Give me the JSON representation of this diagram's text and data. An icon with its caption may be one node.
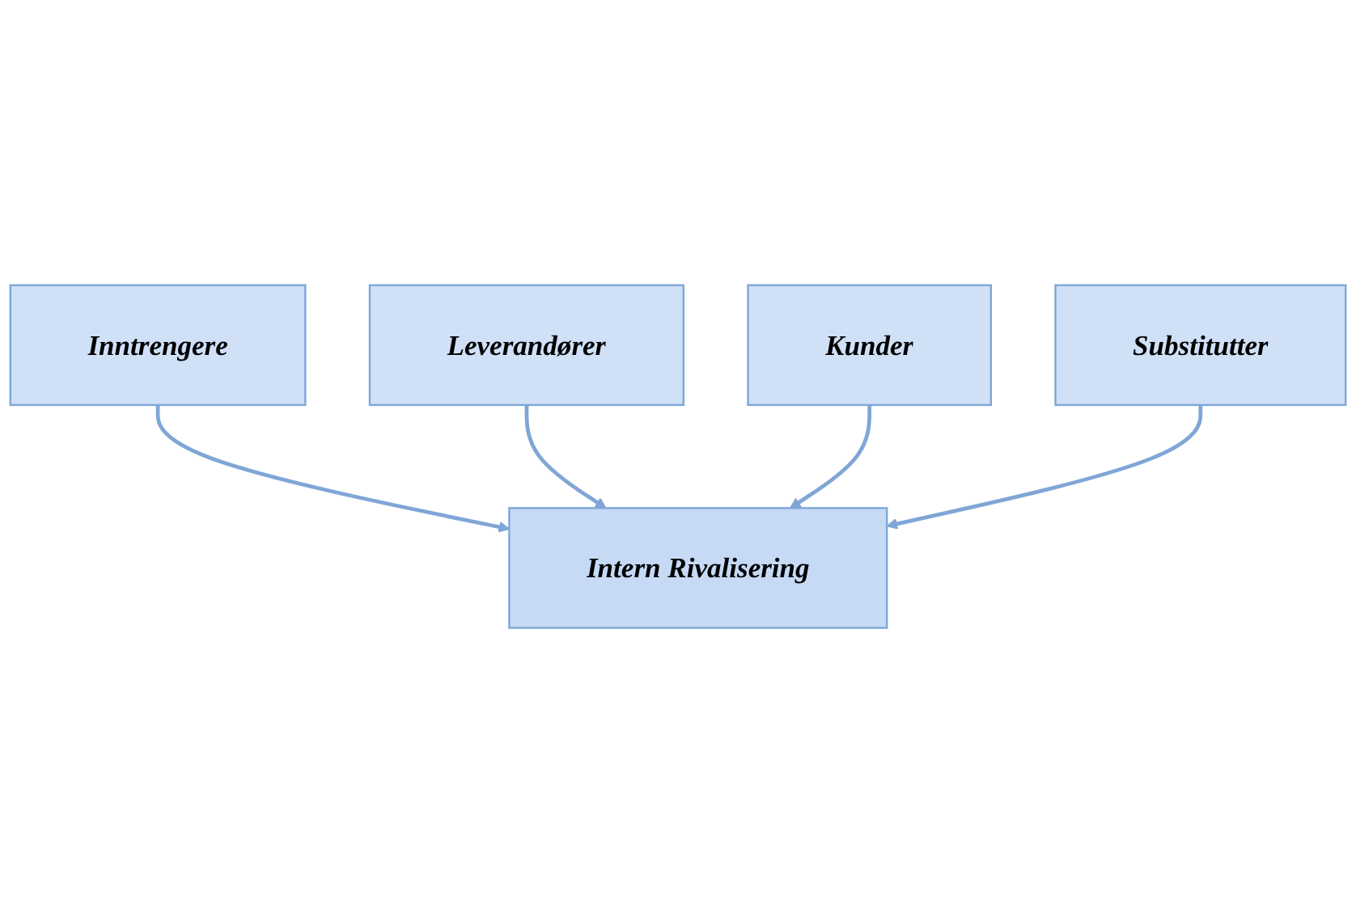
{
  "diagram": {
    "nodes": [
      {
        "text": [
          "Inntrengere"
        ]
      },
      {
        "text": [
          "Leverandører"
        ]
      },
      {
        "text": [
          "Intern Rivalisering"
        ]
      },
      {
        "text": [
          "Kunder"
        ]
      },
      {
        "text": [
          "Substitutter"
        ]
      }
    ],
    "edges": [
      {
        "from": 0,
        "to": 2,
        "arrow": "to"
      },
      {
        "from": 1,
        "to": 2,
        "arrow": "to"
      },
      {
        "from": 3,
        "to": 2,
        "arrow": "to"
      },
      {
        "from": 4,
        "to": 2,
        "arrow": "to"
      }
    ]
  }
}
